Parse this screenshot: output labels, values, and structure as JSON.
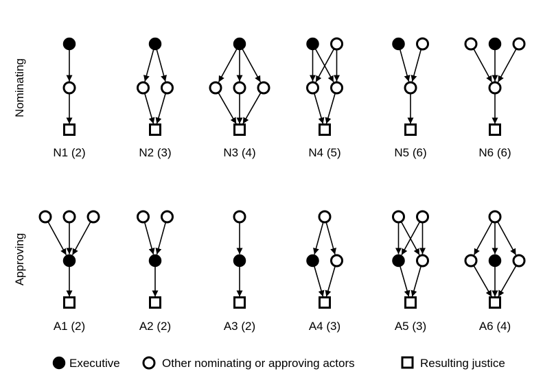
{
  "colors": {
    "ink": "#000000",
    "background": "#ffffff"
  },
  "rows": [
    {
      "label": "Nominating",
      "graphs": [
        {
          "label": "N1 (2)",
          "top": [
            {
              "type": "executive"
            }
          ],
          "middle": [
            {
              "type": "other"
            }
          ],
          "edges": [
            [
              "t0",
              "m0"
            ],
            [
              "m0",
              "j"
            ]
          ]
        },
        {
          "label": "N2 (3)",
          "top": [
            {
              "type": "executive"
            }
          ],
          "middle": [
            {
              "type": "other"
            },
            {
              "type": "other"
            }
          ],
          "edges": [
            [
              "t0",
              "m0"
            ],
            [
              "t0",
              "m1"
            ],
            [
              "m0",
              "j"
            ],
            [
              "m1",
              "j"
            ]
          ]
        },
        {
          "label": "N3 (4)",
          "top": [
            {
              "type": "executive"
            }
          ],
          "middle": [
            {
              "type": "other"
            },
            {
              "type": "other"
            },
            {
              "type": "other"
            }
          ],
          "edges": [
            [
              "t0",
              "m0"
            ],
            [
              "t0",
              "m1"
            ],
            [
              "t0",
              "m2"
            ],
            [
              "m0",
              "j"
            ],
            [
              "m1",
              "j"
            ],
            [
              "m2",
              "j"
            ]
          ]
        },
        {
          "label": "N4 (5)",
          "top": [
            {
              "type": "executive"
            },
            {
              "type": "other"
            }
          ],
          "middle": [
            {
              "type": "other"
            },
            {
              "type": "other"
            }
          ],
          "edges": [
            [
              "t0",
              "m0"
            ],
            [
              "t0",
              "m1"
            ],
            [
              "t1",
              "m0"
            ],
            [
              "t1",
              "m1"
            ],
            [
              "m0",
              "j"
            ],
            [
              "m1",
              "j"
            ]
          ]
        },
        {
          "label": "N5 (6)",
          "top": [
            {
              "type": "executive"
            },
            {
              "type": "other"
            }
          ],
          "middle": [
            {
              "type": "other"
            }
          ],
          "edges": [
            [
              "t0",
              "m0"
            ],
            [
              "t1",
              "m0"
            ],
            [
              "m0",
              "j"
            ]
          ]
        },
        {
          "label": "N6 (6)",
          "top": [
            {
              "type": "other"
            },
            {
              "type": "executive"
            },
            {
              "type": "other"
            }
          ],
          "middle": [
            {
              "type": "other"
            }
          ],
          "edges": [
            [
              "t0",
              "m0"
            ],
            [
              "t1",
              "m0"
            ],
            [
              "t2",
              "m0"
            ],
            [
              "m0",
              "j"
            ]
          ]
        }
      ]
    },
    {
      "label": "Approving",
      "graphs": [
        {
          "label": "A1 (2)",
          "top": [
            {
              "type": "other"
            },
            {
              "type": "other"
            },
            {
              "type": "other"
            }
          ],
          "middle": [
            {
              "type": "executive"
            }
          ],
          "edges": [
            [
              "t0",
              "m0"
            ],
            [
              "t1",
              "m0"
            ],
            [
              "t2",
              "m0"
            ],
            [
              "m0",
              "j"
            ]
          ]
        },
        {
          "label": "A2 (2)",
          "top": [
            {
              "type": "other"
            },
            {
              "type": "other"
            }
          ],
          "middle": [
            {
              "type": "executive"
            }
          ],
          "edges": [
            [
              "t0",
              "m0"
            ],
            [
              "t1",
              "m0"
            ],
            [
              "m0",
              "j"
            ]
          ]
        },
        {
          "label": "A3 (2)",
          "top": [
            {
              "type": "other"
            }
          ],
          "middle": [
            {
              "type": "executive"
            }
          ],
          "edges": [
            [
              "t0",
              "m0"
            ],
            [
              "m0",
              "j"
            ]
          ]
        },
        {
          "label": "A4 (3)",
          "top": [
            {
              "type": "other"
            }
          ],
          "middle": [
            {
              "type": "executive"
            },
            {
              "type": "other"
            }
          ],
          "edges": [
            [
              "t0",
              "m0"
            ],
            [
              "t0",
              "m1"
            ],
            [
              "m0",
              "j"
            ],
            [
              "m1",
              "j"
            ]
          ]
        },
        {
          "label": "A5 (3)",
          "top": [
            {
              "type": "other"
            },
            {
              "type": "other"
            }
          ],
          "middle": [
            {
              "type": "executive"
            },
            {
              "type": "other"
            }
          ],
          "edges": [
            [
              "t0",
              "m0"
            ],
            [
              "t0",
              "m1"
            ],
            [
              "t1",
              "m0"
            ],
            [
              "t1",
              "m1"
            ],
            [
              "m0",
              "j"
            ],
            [
              "m1",
              "j"
            ]
          ]
        },
        {
          "label": "A6 (4)",
          "top": [
            {
              "type": "other"
            }
          ],
          "middle": [
            {
              "type": "other"
            },
            {
              "type": "executive"
            },
            {
              "type": "other"
            }
          ],
          "edges": [
            [
              "t0",
              "m0"
            ],
            [
              "t0",
              "m1"
            ],
            [
              "t0",
              "m2"
            ],
            [
              "m0",
              "j"
            ],
            [
              "m1",
              "j"
            ],
            [
              "m2",
              "j"
            ]
          ]
        }
      ]
    }
  ],
  "legend": {
    "executive": "Executive",
    "other": "Other nominating or approving actors",
    "justice": "Resulting justice"
  }
}
